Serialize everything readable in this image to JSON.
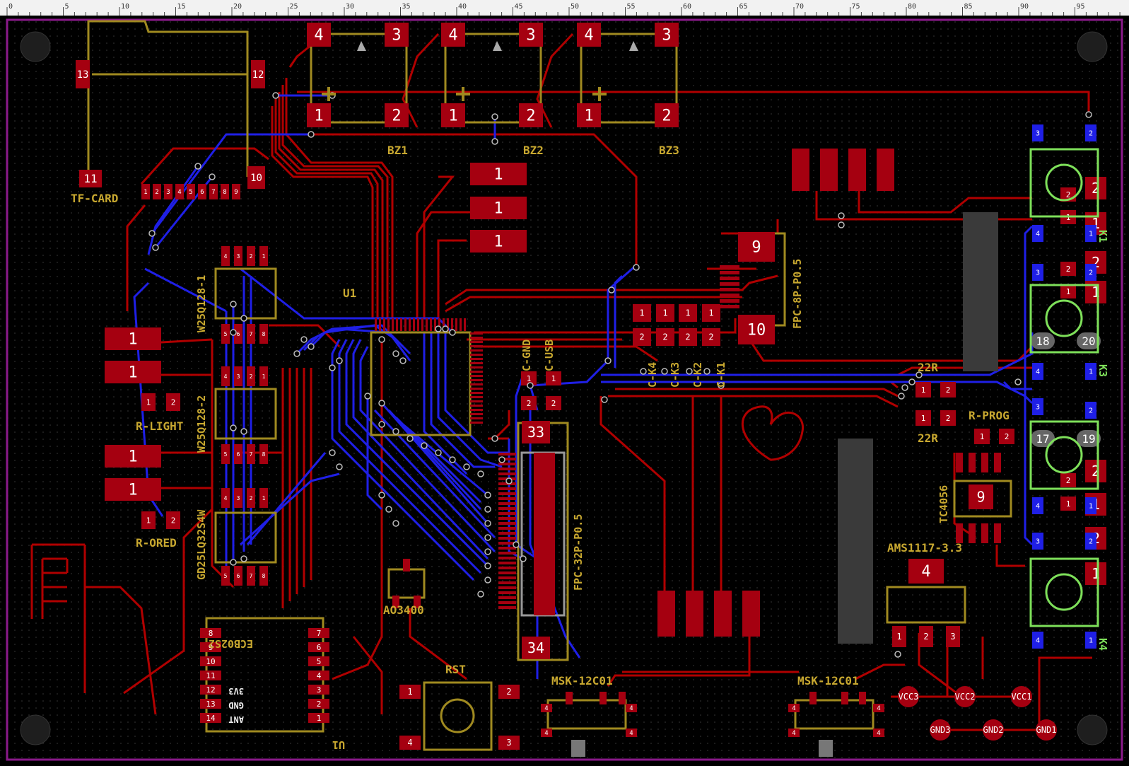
{
  "ruler": {
    "ticks": [
      {
        "label": "0",
        "pos": 0
      },
      {
        "label": "5",
        "pos": 5
      },
      {
        "label": "10",
        "pos": 10
      },
      {
        "label": "15",
        "pos": 15
      },
      {
        "label": "20",
        "pos": 20
      },
      {
        "label": "25",
        "pos": 25
      },
      {
        "label": "30",
        "pos": 30
      },
      {
        "label": "35",
        "pos": 35
      },
      {
        "label": "40",
        "pos": 40
      },
      {
        "label": "45",
        "pos": 45
      },
      {
        "label": "50",
        "pos": 50
      },
      {
        "label": "55",
        "pos": 55
      },
      {
        "label": "60",
        "pos": 60
      },
      {
        "label": "65",
        "pos": 65
      },
      {
        "label": "70",
        "pos": 70
      },
      {
        "label": "75",
        "pos": 75
      },
      {
        "label": "80",
        "pos": 80
      },
      {
        "label": "85",
        "pos": 85
      },
      {
        "label": "90",
        "pos": 90
      },
      {
        "label": "95",
        "pos": 95
      }
    ]
  },
  "colors": {
    "background": "#000000",
    "top_copper": "#b00000",
    "pad": "#a50010",
    "bottom_copper": "#1f1fe6",
    "silkscreen": "#a08a20",
    "outline": "#8a1a8a",
    "switch_outline": "#7ee05a",
    "text": "#ffffff"
  },
  "labels": {
    "bz1": "BZ1",
    "bz2": "BZ2",
    "bz3": "BZ3",
    "tf_card": "TF-CARD",
    "u1": "U1",
    "w25q128_1": "W25Q128-1",
    "w25q128_2": "W25Q128-2",
    "gd25lq32s4w": "GD25LQ32S4W",
    "r_light": "R-LIGHT",
    "r_ored": "R-ORED",
    "fpc_8p": "FPC-8P-P0.5",
    "fpc_32p": "FPC-32P-P0.5",
    "c_gnd": "C-GND",
    "c_usb": "C-USB",
    "c_k1": "C-K1",
    "c_k2": "C-K2",
    "c_k3": "C-K3",
    "c_k4": "C-K4",
    "r22_a": "22R",
    "r22_b": "22R",
    "r_prog": "R-PROG",
    "tc4056": "TC4056",
    "ams1117": "AMS1117-3.3",
    "ao3400": "AO3400",
    "rst": "RST",
    "msk_a": "MSK-12C01",
    "msk_b": "MSK-12C01",
    "ecb": "ECB02S2",
    "u1_bottom": "U1",
    "k1": "K1",
    "k3": "K3",
    "k4": "K4",
    "vcc3": "VCC3",
    "vcc2": "VCC2",
    "vcc1": "VCC1",
    "gnd3": "GND3",
    "gnd2": "GND2",
    "gnd1": "GND1",
    "ecb_3v3": "3V3",
    "ecb_gnd": "GND",
    "ecb_ant": "ANT"
  },
  "pads": {
    "bz_top": [
      "4",
      "3",
      "4",
      "3",
      "4",
      "3"
    ],
    "bz_bottom": [
      "1",
      "2",
      "1",
      "2",
      "1",
      "2"
    ],
    "tf": [
      "13",
      "12",
      "11",
      "10"
    ],
    "tf_pins": [
      "1",
      "2",
      "3",
      "4",
      "5",
      "6",
      "7",
      "8",
      "9"
    ],
    "big_ones": [
      "1",
      "1",
      "1"
    ],
    "left_ones": [
      "1",
      "1",
      "1",
      "1"
    ],
    "fpc8": [
      "9",
      "10"
    ],
    "fpc32": [
      "33",
      "34"
    ],
    "ck": [
      "1",
      "1",
      "1",
      "1",
      "2",
      "2",
      "2",
      "2"
    ],
    "cgnd": [
      "1",
      "1",
      "2",
      "2"
    ],
    "ams": [
      "4",
      "1",
      "2",
      "3"
    ],
    "rst": [
      "1",
      "2",
      "4",
      "3"
    ],
    "tc4056_center": "9",
    "ecb_left": [
      "8",
      "9",
      "10",
      "11",
      "12",
      "13",
      "14"
    ],
    "ecb_right": [
      "7",
      "6",
      "5",
      "4",
      "3",
      "2",
      "1"
    ],
    "switch_nums": [
      "17",
      "18",
      "19",
      "20"
    ],
    "blue_nums": [
      "3",
      "2",
      "4",
      "1",
      "3",
      "2",
      "4",
      "1",
      "2",
      "3",
      "4",
      "1",
      "3",
      "2",
      "4",
      "1"
    ]
  }
}
